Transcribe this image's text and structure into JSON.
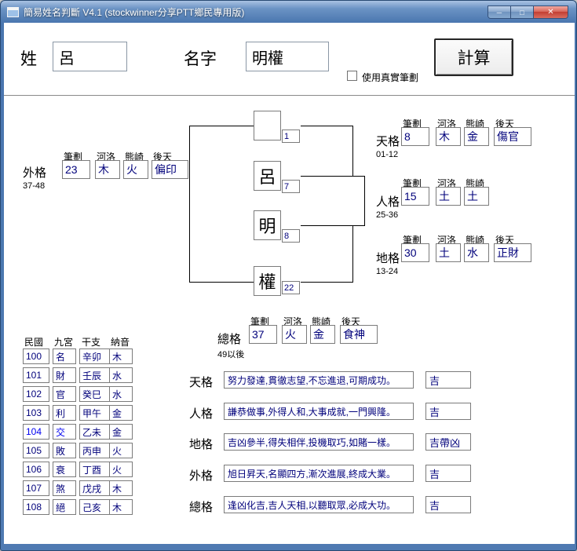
{
  "window": {
    "title": "簡易姓名判斷 V4.1  (stockwinner分享PTT鄉民專用版)",
    "minimize_glyph": "─",
    "maximize_glyph": "□",
    "close_glyph": "✕"
  },
  "form": {
    "surname_label": "姓",
    "surname_value": "呂",
    "given_label": "名字",
    "given_value": "明權",
    "real_strokes_label": "使用真實筆劃",
    "calculate_button": "計算"
  },
  "diagram": {
    "chars": [
      "",
      "呂",
      "明",
      "權"
    ],
    "strokes": [
      "1",
      "7",
      "8",
      "22"
    ]
  },
  "col_headers": {
    "bihua": "筆劃",
    "heluo": "河洛",
    "xiongqi": "熊崎",
    "houtian": "後天"
  },
  "blocks": {
    "waige": {
      "label": "外格",
      "range": "37-48",
      "bihua": "23",
      "heluo": "木",
      "xiongqi": "火",
      "houtian": "偏印"
    },
    "tiange": {
      "label": "天格",
      "range": "01-12",
      "bihua": "8",
      "heluo": "木",
      "xiongqi": "金",
      "houtian": "傷官"
    },
    "renge": {
      "label": "人格",
      "range": "25-36",
      "bihua": "15",
      "heluo": "土",
      "xiongqi": "土"
    },
    "dige": {
      "label": "地格",
      "range": "13-24",
      "bihua": "30",
      "heluo": "土",
      "xiongqi": "水",
      "houtian": "正財"
    },
    "zongge": {
      "label": "總格",
      "range": "49以後",
      "bihua": "37",
      "heluo": "火",
      "xiongqi": "金",
      "houtian": "食神"
    }
  },
  "year_table": {
    "headers": [
      "民國",
      "九宮",
      "干支",
      "納音"
    ],
    "rows": [
      [
        "100",
        "名",
        "辛卯",
        "木"
      ],
      [
        "101",
        "財",
        "壬辰",
        "水"
      ],
      [
        "102",
        "官",
        "癸巳",
        "水"
      ],
      [
        "103",
        "利",
        "甲午",
        "金"
      ],
      [
        "104",
        "交",
        "乙未",
        "金"
      ],
      [
        "105",
        "敗",
        "丙申",
        "火"
      ],
      [
        "106",
        "衰",
        "丁酉",
        "火"
      ],
      [
        "107",
        "煞",
        "戊戌",
        "木"
      ],
      [
        "108",
        "絕",
        "己亥",
        "木"
      ]
    ]
  },
  "results": [
    {
      "label": "天格",
      "text": "努力發達,貫徹志望,不忘進退,可期成功。",
      "verdict": "吉"
    },
    {
      "label": "人格",
      "text": "謙恭做事,外得人和,大事成就,一門興隆。",
      "verdict": "吉"
    },
    {
      "label": "地格",
      "text": "吉凶參半,得失相伴,投機取巧,如賭一樣。",
      "verdict": "吉帶凶"
    },
    {
      "label": "外格",
      "text": "旭日昇天,名顯四方,漸次進展,終成大業。",
      "verdict": "吉"
    },
    {
      "label": "總格",
      "text": "逢凶化吉,吉人天相,以聽取眾,必成大功。",
      "verdict": "吉"
    }
  ],
  "colors": {
    "titlebar_blue": "#4a76af",
    "value_text": "#00007b",
    "current_year_text": "#0000f0",
    "close_button_red": "#c23d30"
  }
}
